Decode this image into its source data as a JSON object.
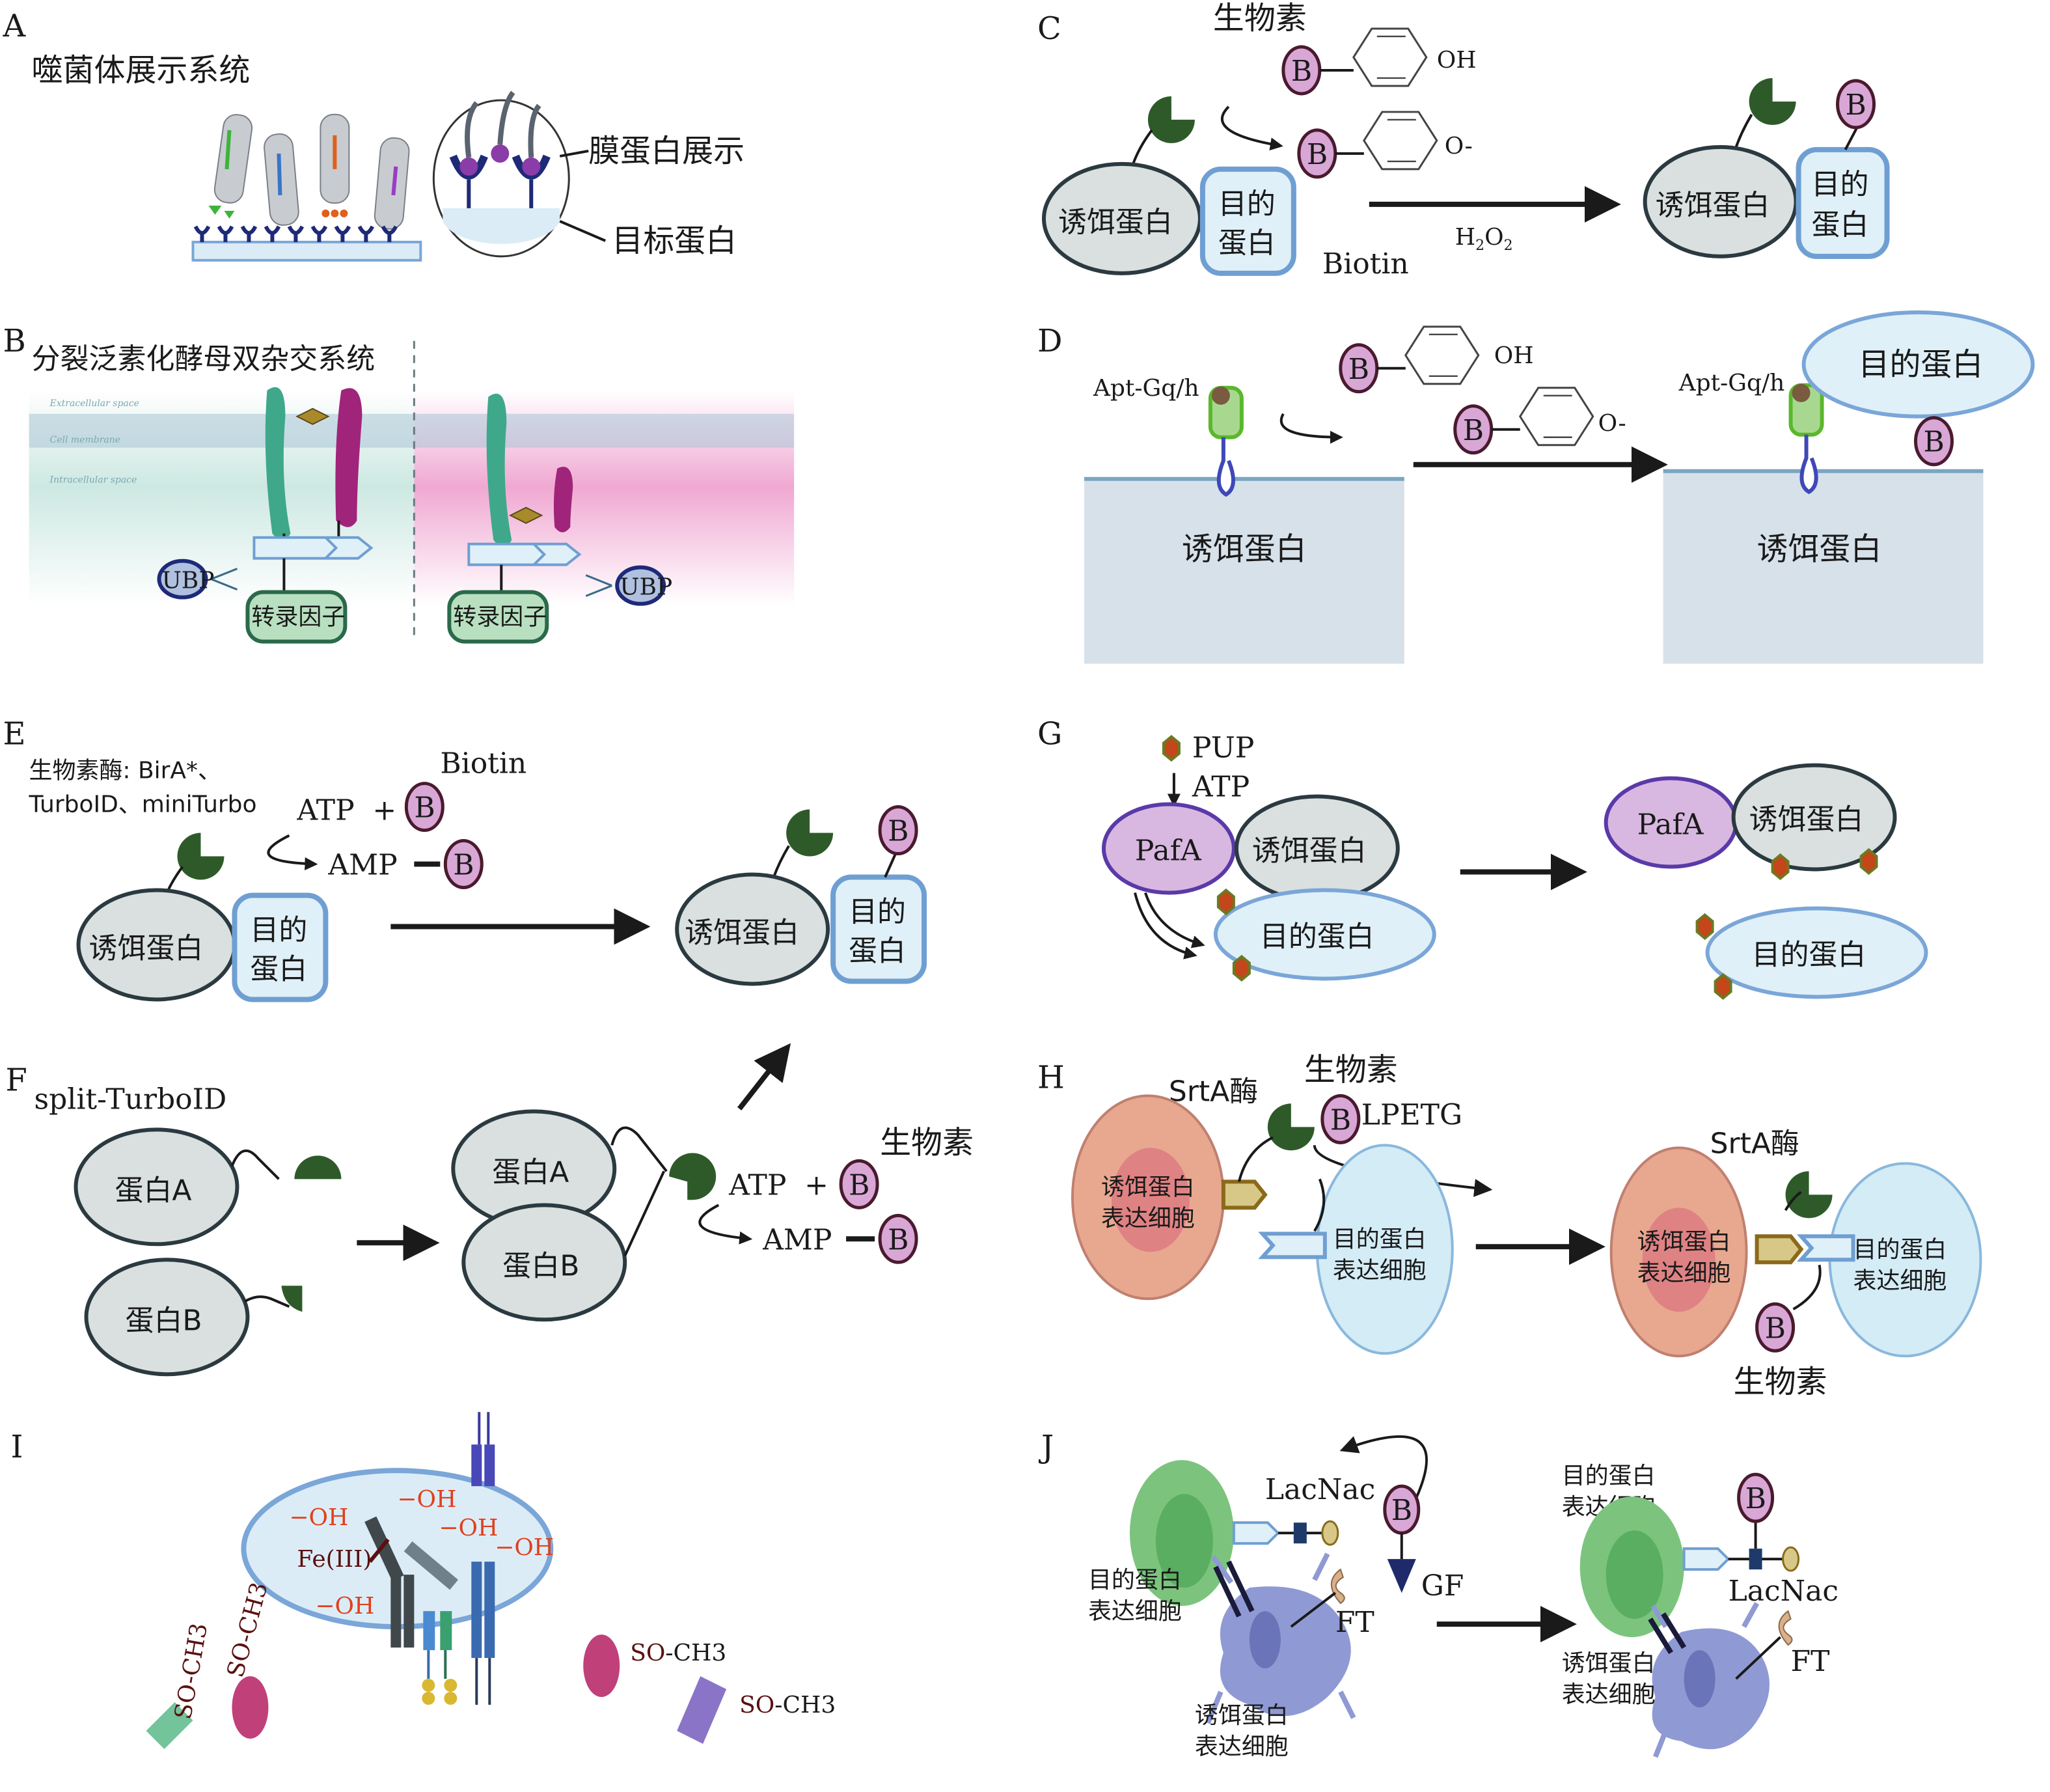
{
  "figure": {
    "type": "multi-panel schematic diagram",
    "colors": {
      "enzyme_green": "#2e5a2a",
      "biotin_pink": "#d9a7d6",
      "bait_gray": "#d9e0df",
      "target_blue_fill": "#e0f0f8",
      "target_blue_stroke": "#6f9fd2",
      "hydroxyl_red": "#e0401c",
      "pup_orange": "#c4461a",
      "pafa_purple": "#d8b8e0",
      "bait_cell_salmon": "#e8a890",
      "target_cell_blue": "#d4ecf6",
      "j_green_cell": "#7cc47e",
      "j_dendritic_cell": "#8f9ad4"
    },
    "panels": {
      "A": {
        "label": "A",
        "title": "噬菌体展示系统",
        "callouts": [
          "膜蛋白展示",
          "目标蛋白"
        ]
      },
      "B": {
        "label": "B",
        "title": "分裂泛素化酵母双杂交系统",
        "membrane_labels": [
          "Extracellular space",
          "Cell membrane",
          "Intracellular space"
        ],
        "ubp_label": "UBP",
        "tf_label": "转录因子"
      },
      "C": {
        "label": "C",
        "biotin_cn": "生物素",
        "b_symbol": "B",
        "oh_group": "OH",
        "o_minus_group": "O-",
        "bait": "诱饵蛋白",
        "target_line1": "目的",
        "target_line2": "蛋白",
        "biotin_en": "Biotin",
        "reagent": "H2O2",
        "reagent_main": "H",
        "reagent_sub1": "2",
        "reagent_mid": "O",
        "reagent_sub2": "2"
      },
      "D": {
        "label": "D",
        "aptamer": "Apt-Gq/h",
        "b_symbol": "B",
        "oh_group": "OH",
        "o_minus_group": "O-",
        "bait": "诱饵蛋白",
        "target": "目的蛋白"
      },
      "E": {
        "label": "E",
        "enzymes_line1": "生物素酶: BirA*、",
        "enzymes_line2": "TurboID、miniTurbo",
        "biotin_en": "Biotin",
        "atp": "ATP",
        "plus": "+",
        "amp": "AMP",
        "b_symbol": "B",
        "bait": "诱饵蛋白",
        "target_line1": "目的",
        "target_line2": "蛋白"
      },
      "F": {
        "label": "F",
        "title": "split-TurboID",
        "protein_a": "蛋白A",
        "protein_b": "蛋白B",
        "biotin_cn": "生物素",
        "atp": "ATP",
        "plus": "+",
        "amp": "AMP",
        "b_symbol": "B"
      },
      "G": {
        "label": "G",
        "pup": "PUP",
        "atp": "ATP",
        "pafa": "PafA",
        "bait": "诱饵蛋白",
        "target": "目的蛋白"
      },
      "H": {
        "label": "H",
        "srta": "SrtA酶",
        "biotin_cn": "生物素",
        "b_symbol": "B",
        "lpetg": "LPETG",
        "bait_cell_line1": "诱饵蛋白",
        "bait_cell_line2": "表达细胞",
        "target_cell_line1": "目的蛋白",
        "target_cell_line2": "表达细胞"
      },
      "I": {
        "label": "I",
        "hydroxyl": "−OH",
        "iron": "Fe(III)",
        "so_ch3": "SO-CH3",
        "so": "SO",
        "ch3": "-CH3"
      },
      "J": {
        "label": "J",
        "lacnac": "LacNac",
        "b_symbol": "B",
        "gf": "GF",
        "ft": "FT",
        "target_cell_line1": "目的蛋白",
        "target_cell_line2": "表达细胞",
        "bait_cell_line1": "诱饵蛋白",
        "bait_cell_line2": "表达细胞"
      }
    }
  }
}
